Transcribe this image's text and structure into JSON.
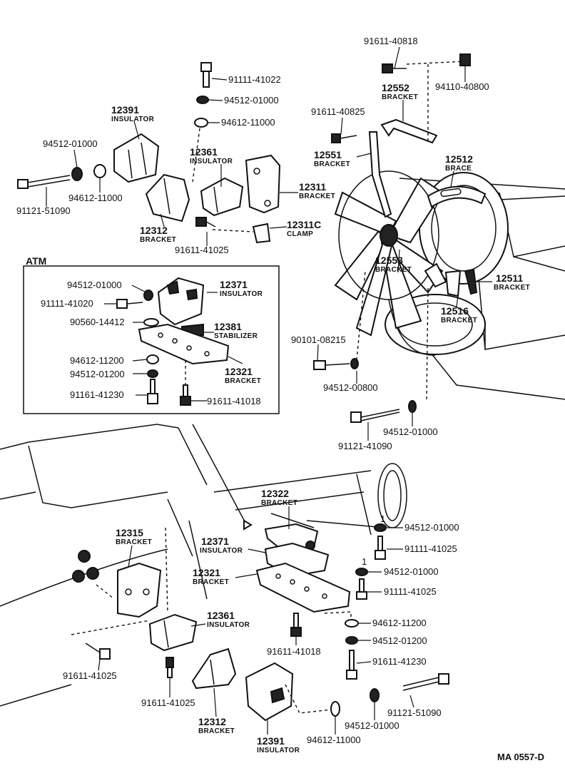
{
  "atm_box_label": "ATM",
  "document_code": "MA 0557-D",
  "labels": {
    "p12391_top": {
      "code": "12391",
      "name": "INSULATOR"
    },
    "p12361_top": {
      "code": "12361",
      "name": "INSULATOR"
    },
    "p12311": {
      "code": "12311",
      "name": "BRACKET"
    },
    "p12311c": {
      "code": "12311C",
      "name": "CLAMP"
    },
    "p12312_top": {
      "code": "12312",
      "name": "BRACKET"
    },
    "p12552": {
      "code": "12552",
      "name": "BRACKET"
    },
    "p12551": {
      "code": "12551",
      "name": "BRACKET"
    },
    "p12512": {
      "code": "12512",
      "name": "BRACE"
    },
    "p12553": {
      "code": "12553",
      "name": "BRACKET"
    },
    "p12511": {
      "code": "12511",
      "name": "BRACKET"
    },
    "p12516": {
      "code": "12516",
      "name": "BRACKET"
    },
    "p12371_atm": {
      "code": "12371",
      "name": "INSULATOR"
    },
    "p12381": {
      "code": "12381",
      "name": "STABILIZER"
    },
    "p12321_atm": {
      "code": "12321",
      "name": "BRACKET"
    },
    "p12322": {
      "code": "12322",
      "name": "BRACKET"
    },
    "p12315": {
      "code": "12315",
      "name": "BRACKET"
    },
    "p12371_bot": {
      "code": "12371",
      "name": "INSULATOR"
    },
    "p12321_bot": {
      "code": "12321",
      "name": "BRACKET"
    },
    "p12361_bot": {
      "code": "12361",
      "name": "INSULATOR"
    },
    "p12312_bot": {
      "code": "12312",
      "name": "BRACKET"
    },
    "p12391_bot": {
      "code": "12391",
      "name": "INSULATOR"
    }
  },
  "part_numbers": {
    "n91111_41022": "91111-41022",
    "n94512_01000_a": "94512-01000",
    "n94612_11000_a": "94612-11000",
    "n94512_01000_b": "94512-01000",
    "n94612_11000_b": "94612-11000",
    "n91121_51090_a": "91121-51090",
    "n91611_41025_a": "91611-41025",
    "n91611_40818": "91611-40818",
    "n94110_40800": "94110-40800",
    "n91611_40825": "91611-40825",
    "n90101_08215": "90101-08215",
    "n94512_00800": "94512-00800",
    "n91121_41090": "91121-41090",
    "n94512_01000_c": "94512-01000",
    "atm_94512_01000": "94512-01000",
    "atm_91111_41020": "91111-41020",
    "atm_90560_14412": "90560-14412",
    "atm_94612_11200": "94612-11200",
    "atm_94512_01200": "94512-01200",
    "atm_91161_41230": "91161-41230",
    "atm_91611_41018": "91611-41018",
    "n94512_01000_d": "94512-01000",
    "n91111_41025_a": "91111-41025",
    "n94512_01000_e": "94512-01000",
    "n91111_41025_b": "91111-41025",
    "n94612_11200": "94612-11200",
    "n94512_01200": "94512-01200",
    "n91611_41230": "91611-41230",
    "n91121_51090_b": "91121-51090",
    "n94512_01000_f": "94512-01000",
    "n94612_11000_c": "94612-11000",
    "n91611_41018": "91611-41018",
    "n91611_41025_b": "91611-41025",
    "n91611_41025_c": "91611-41025"
  },
  "ref_marks": {
    "mark_a": "1",
    "mark_b": "1"
  }
}
